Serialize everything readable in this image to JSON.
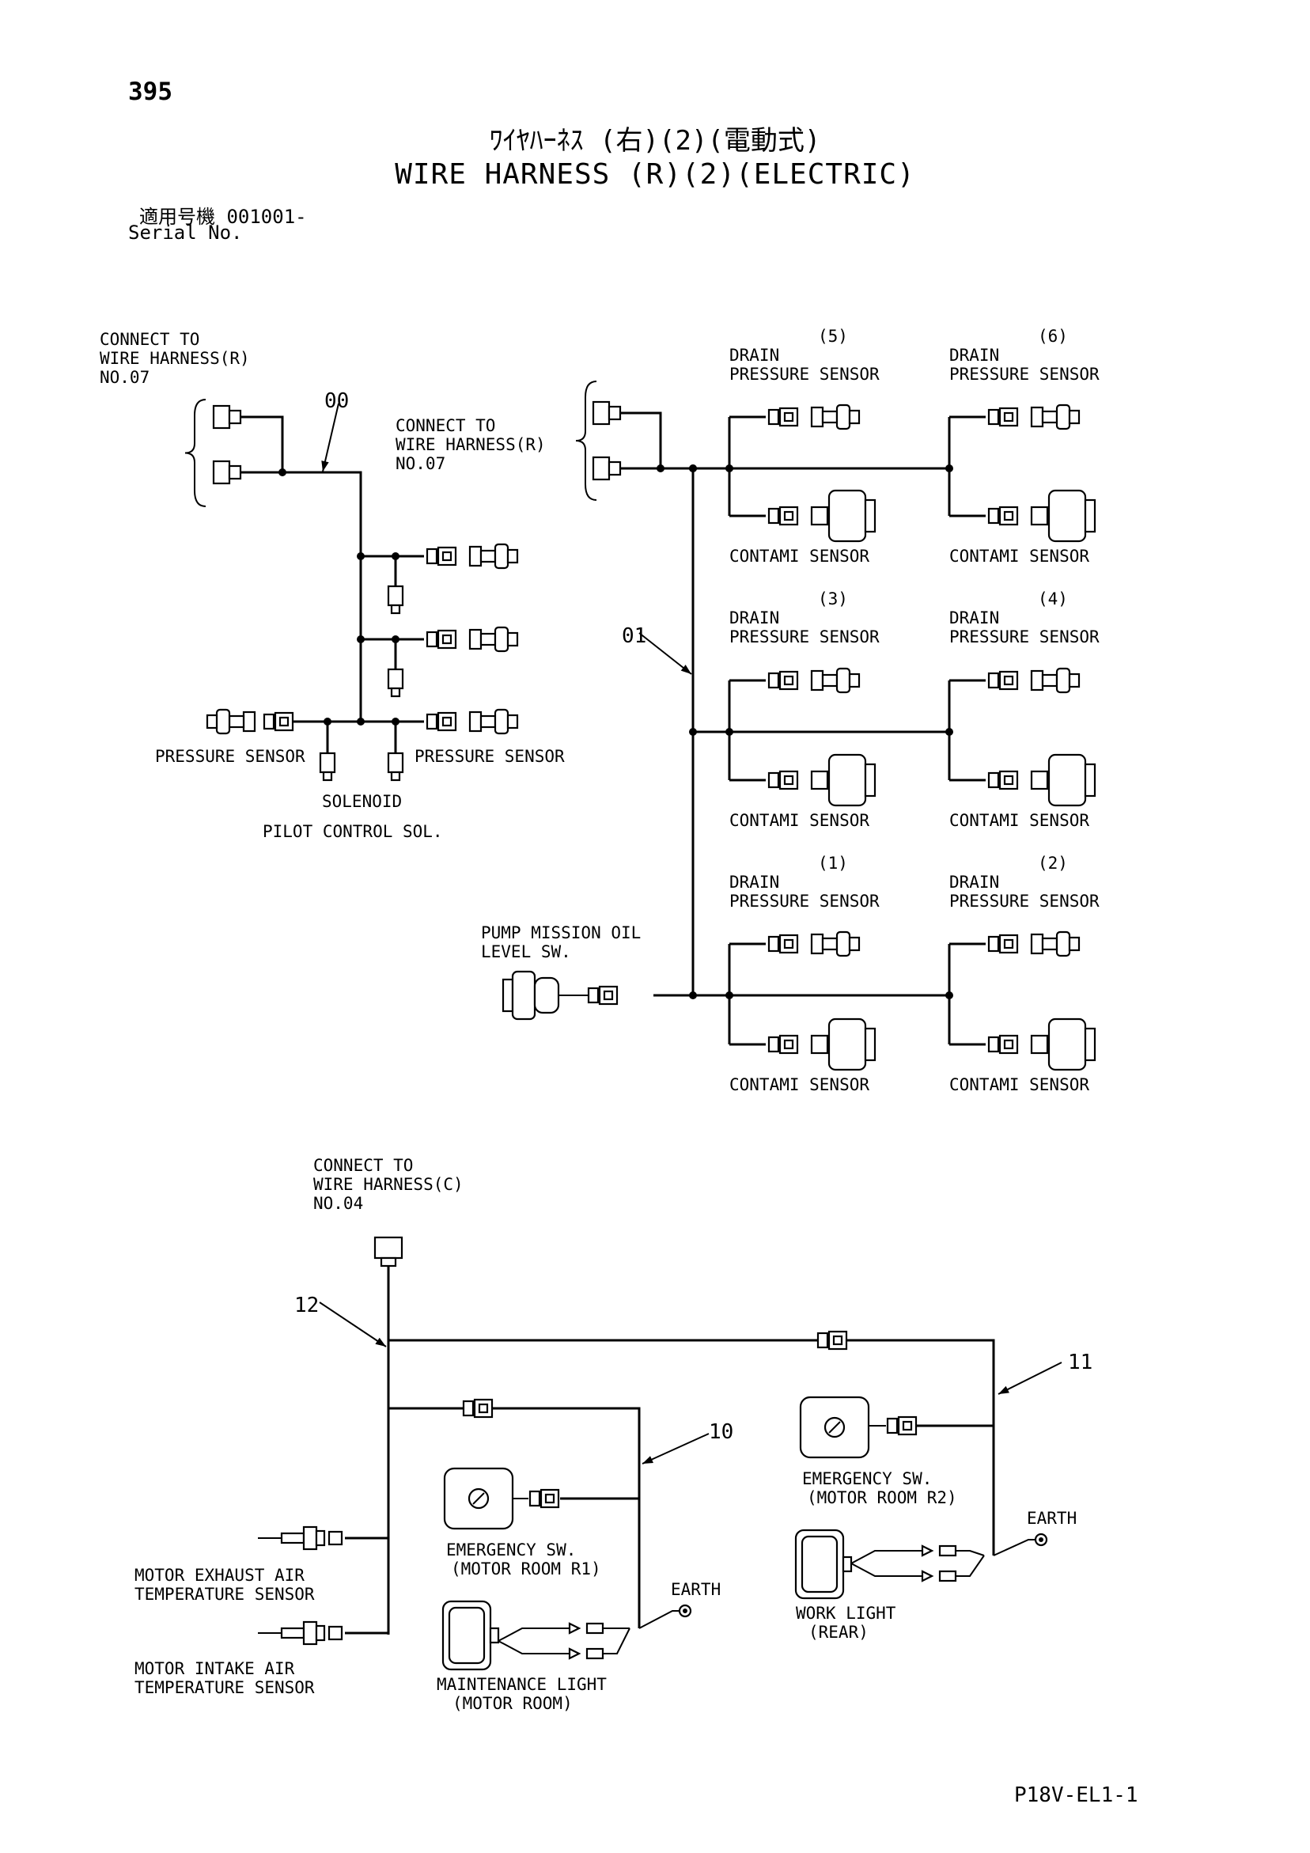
{
  "header": {
    "page_number": "395",
    "title_jp": "ﾜｲﾔﾊｰﾈｽ (右)(2)(電動式)",
    "title_en": "WIRE HARNESS (R)(2)(ELECTRIC)",
    "serial_label_jp": "適用号機 001001-",
    "serial_label_en": "Serial No.",
    "drawing_no": "P18V-EL1-1"
  },
  "parts": {
    "p00": "00",
    "p01": "01",
    "p10": "10",
    "p11": "11",
    "p12": "12"
  },
  "labels": {
    "connect_r07_left": [
      "CONNECT TO",
      "WIRE HARNESS(R)",
      "NO.07"
    ],
    "connect_r07_mid": [
      "CONNECT TO",
      "WIRE HARNESS(R)",
      "NO.07"
    ],
    "connect_c04": [
      "CONNECT TO",
      "WIRE HARNESS(C)",
      "NO.04"
    ],
    "pressure_sensor": "PRESSURE SENSOR",
    "solenoid": "SOLENOID",
    "pilot_control_sol": "PILOT CONTROL SOL.",
    "pump_mission": [
      "PUMP MISSION OIL",
      "LEVEL SW."
    ],
    "drain_pressure": [
      "DRAIN",
      "PRESSURE SENSOR"
    ],
    "contami_sensor": "CONTAMI SENSOR",
    "sensor_no": [
      "(5)",
      "(6)",
      "(3)",
      "(4)",
      "(1)",
      "(2)"
    ],
    "emergency_r1": [
      "EMERGENCY SW.",
      "(MOTOR ROOM R1)"
    ],
    "emergency_r2": [
      "EMERGENCY SW.",
      "(MOTOR ROOM R2)"
    ],
    "earth": "EARTH",
    "work_light": [
      "WORK LIGHT",
      "(REAR)"
    ],
    "maintenance_light": [
      "MAINTENANCE LIGHT",
      "(MOTOR ROOM)"
    ],
    "motor_exhaust": [
      "MOTOR EXHAUST AIR",
      "TEMPERATURE SENSOR"
    ],
    "motor_intake": [
      "MOTOR INTAKE AIR",
      "TEMPERATURE SENSOR"
    ]
  }
}
